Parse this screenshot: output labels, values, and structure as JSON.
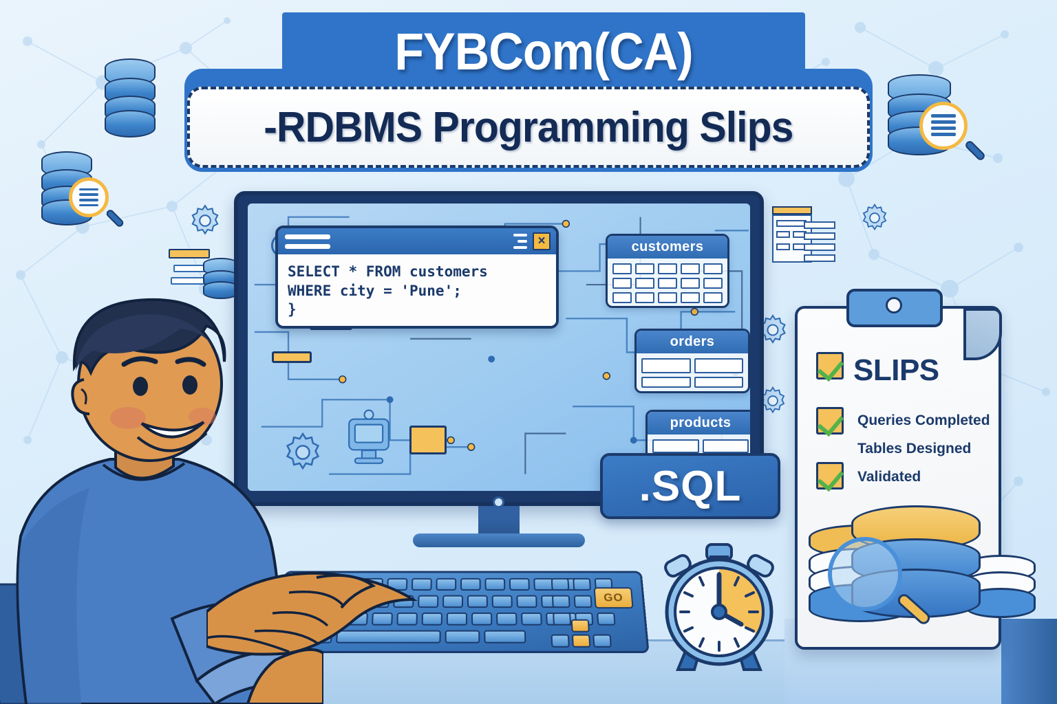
{
  "header": {
    "title": "FYBCom(CA)",
    "subtitle": "-RDBMS Programming Slips"
  },
  "code_window": {
    "title_bar_icon": "window-title-bars",
    "minimize_icon": "minimize-icon",
    "close_icon": "close-icon",
    "close_label": "×",
    "code_line_1": "SELECT * FROM customers",
    "code_line_2": "WHERE city = 'Pune';",
    "code_line_3": "}"
  },
  "schema_tables": [
    {
      "name": "customers"
    },
    {
      "name": "orders"
    },
    {
      "name": "products"
    }
  ],
  "sql_badge": {
    "label": ".SQL"
  },
  "clipboard": {
    "title": "SLIPS",
    "items": [
      {
        "label": "Queries Completed",
        "checked": true
      },
      {
        "label": "Tables Designed",
        "checked": true
      },
      {
        "label": "Validated",
        "checked": true
      }
    ]
  },
  "keyboard": {
    "go_key_label": "GO"
  },
  "icons": {
    "database": "database-cylinder-icon",
    "database_search": "database-search-icon",
    "magnifier": "magnifier-icon",
    "gear": "gear-icon",
    "cpu": "cpu-chip-icon",
    "clock": "alarm-clock-icon",
    "clipboard_clip": "clipboard-clip-icon",
    "monitor_small": "monitor-icon",
    "schema_diagram": "schema-diagram-icon"
  },
  "colors": {
    "brand_blue": "#2f74c8",
    "deep_navy": "#1b3a6b",
    "accent_amber": "#f5b942",
    "check_green": "#53b24a",
    "background": "#dceefb",
    "screen_blue": "#9ecbf0"
  }
}
